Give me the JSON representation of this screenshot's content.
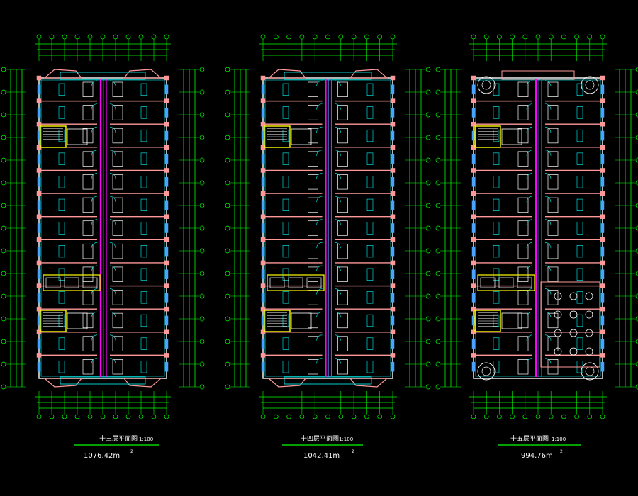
{
  "plans": [
    {
      "title": "十三层平面图",
      "scale": "1:100",
      "area": "1076.42m",
      "area_sup": "2",
      "variant": "typical"
    },
    {
      "title": "十四层平面图",
      "scale": "1:100",
      "area": "1042.41m",
      "area_sup": "2",
      "variant": "typical"
    },
    {
      "title": "十五层平面图",
      "scale": "1:100",
      "area": "994.76m",
      "area_sup": "2",
      "variant": "top"
    }
  ],
  "colors": {
    "background": "#000000",
    "dimension": "#00ff00",
    "wall": "#ffffff",
    "column": "#ff9999",
    "accent_magenta": "#ff00ff",
    "accent_cyan": "#00ffff",
    "accent_yellow": "#ffff00",
    "window": "#4aa3ff"
  }
}
